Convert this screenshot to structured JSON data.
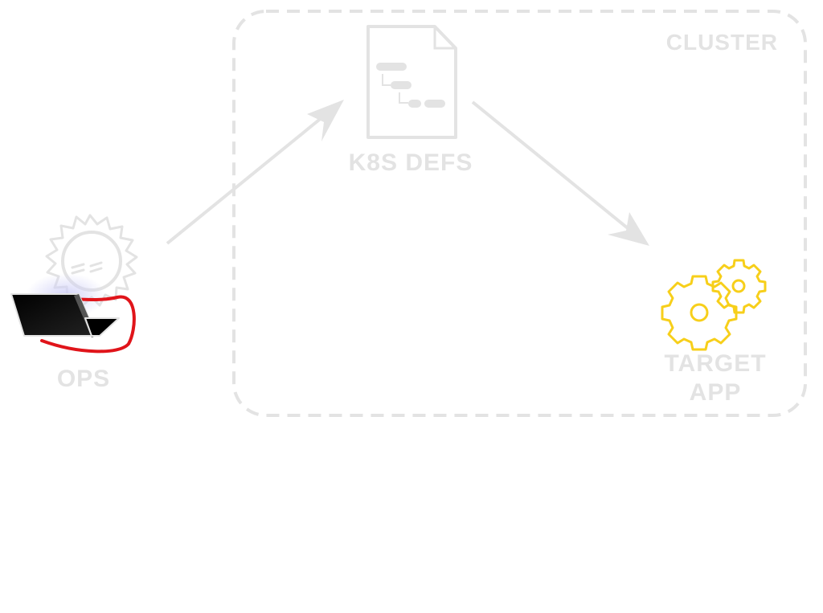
{
  "cluster": {
    "label": "CLUSTER"
  },
  "nodes": {
    "ops": {
      "label": "OPS",
      "icon": "person-with-laptop-icon"
    },
    "k8s_defs": {
      "label": "K8S DEFS",
      "icon": "document-tree-icon"
    },
    "target_app": {
      "label_line1": "TARGET",
      "label_line2": "APP",
      "icon": "gears-icon"
    }
  },
  "edges": [
    {
      "from": "ops",
      "to": "k8s_defs"
    },
    {
      "from": "k8s_defs",
      "to": "target_app"
    }
  ],
  "colors": {
    "muted": "#e3e3e3",
    "laptop": "#000000",
    "highlight_ring": "#e0141a",
    "glow": "#cfcff7",
    "gears": "#f7cf1a"
  }
}
